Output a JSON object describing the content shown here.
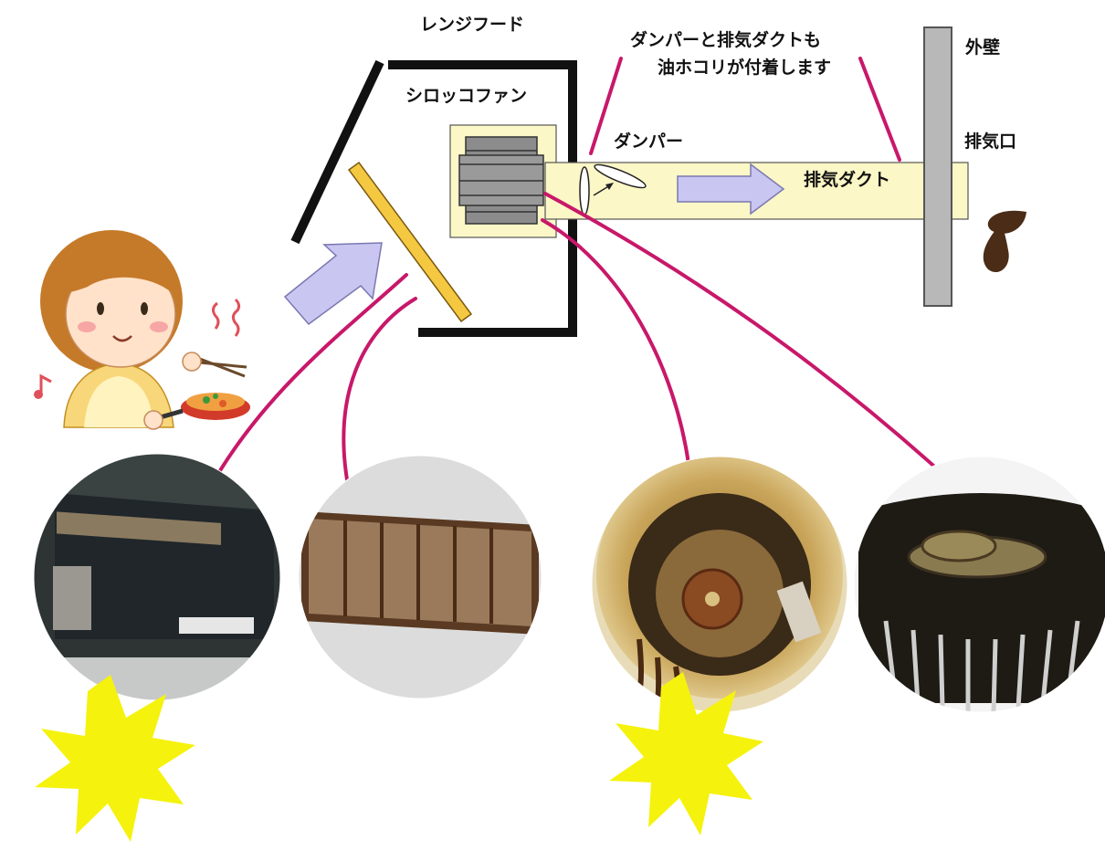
{
  "labels": {
    "range_hood": "レンジフード",
    "sirocco_fan": "シロッコファン",
    "damper": "ダンパー",
    "exhaust_duct": "排気ダクト",
    "outer_wall": "外壁",
    "exhaust_port": "排気口",
    "callout_line1": "ダンパーと排気ダクトも",
    "callout_line2": "油ホコリが付着します"
  },
  "colors": {
    "magenta_line": "#c8186a",
    "filter_yellow": "#f5c842",
    "duct_cream": "#fbf7c6",
    "arrow_lavender": "#c9c6f2",
    "wall_gray": "#b8b8b8",
    "starburst_yellow": "#f5f20e",
    "oil_brown": "#4a2c17"
  },
  "photos": [
    {
      "subject": "range-hood-photo"
    },
    {
      "subject": "grease-filter-photo"
    },
    {
      "subject": "sirocco-fan-casing-photo"
    },
    {
      "subject": "sirocco-fan-blades-photo"
    }
  ]
}
